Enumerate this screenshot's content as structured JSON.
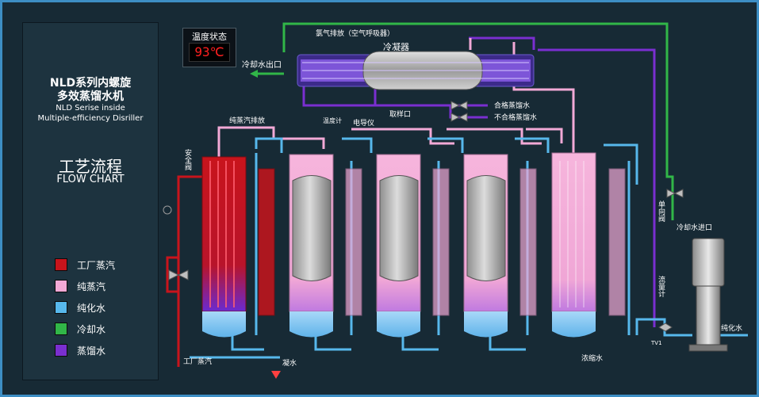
{
  "title_cn_line1": "NLD系列内螺旋",
  "title_cn_line2": "多效蒸馏水机",
  "title_en_line1": "NLD Serise inside",
  "title_en_line2": "Multiple-efficiency Disriller",
  "flow_title_cn": "工艺流程",
  "flow_title_en": "FLOW CHART",
  "temperature": {
    "label": "温度状态",
    "value": "93℃"
  },
  "legend": [
    {
      "label": "工厂蒸汽",
      "color": "#c8141c"
    },
    {
      "label": "纯蒸汽",
      "color": "#f2a9d6"
    },
    {
      "label": "纯化水",
      "color": "#57b8ec"
    },
    {
      "label": "冷却水",
      "color": "#31b648"
    },
    {
      "label": "蒸馏水",
      "color": "#7a2fd0"
    }
  ],
  "labels": {
    "vent": "氯气排放（空气呼吸器）",
    "condenser": "冷凝器",
    "cooling_out": "冷却水出口",
    "qualified": "合格蒸馏水",
    "unqualified": "不合格蒸馏水",
    "thermometer": "温度计",
    "conductivity": "电导仪",
    "sampling": "取样口",
    "pure_steam_vent": "纯蒸汽排放",
    "safety_valve": "安全阀",
    "check_valve": "单向阀",
    "cooling_in": "冷却水进口",
    "flowmeter": "流量计",
    "factory_steam": "工厂蒸汽",
    "condensate": "凝水",
    "concentrate": "浓缩水",
    "purified_water": "纯化水",
    "tv": "TV1"
  }
}
